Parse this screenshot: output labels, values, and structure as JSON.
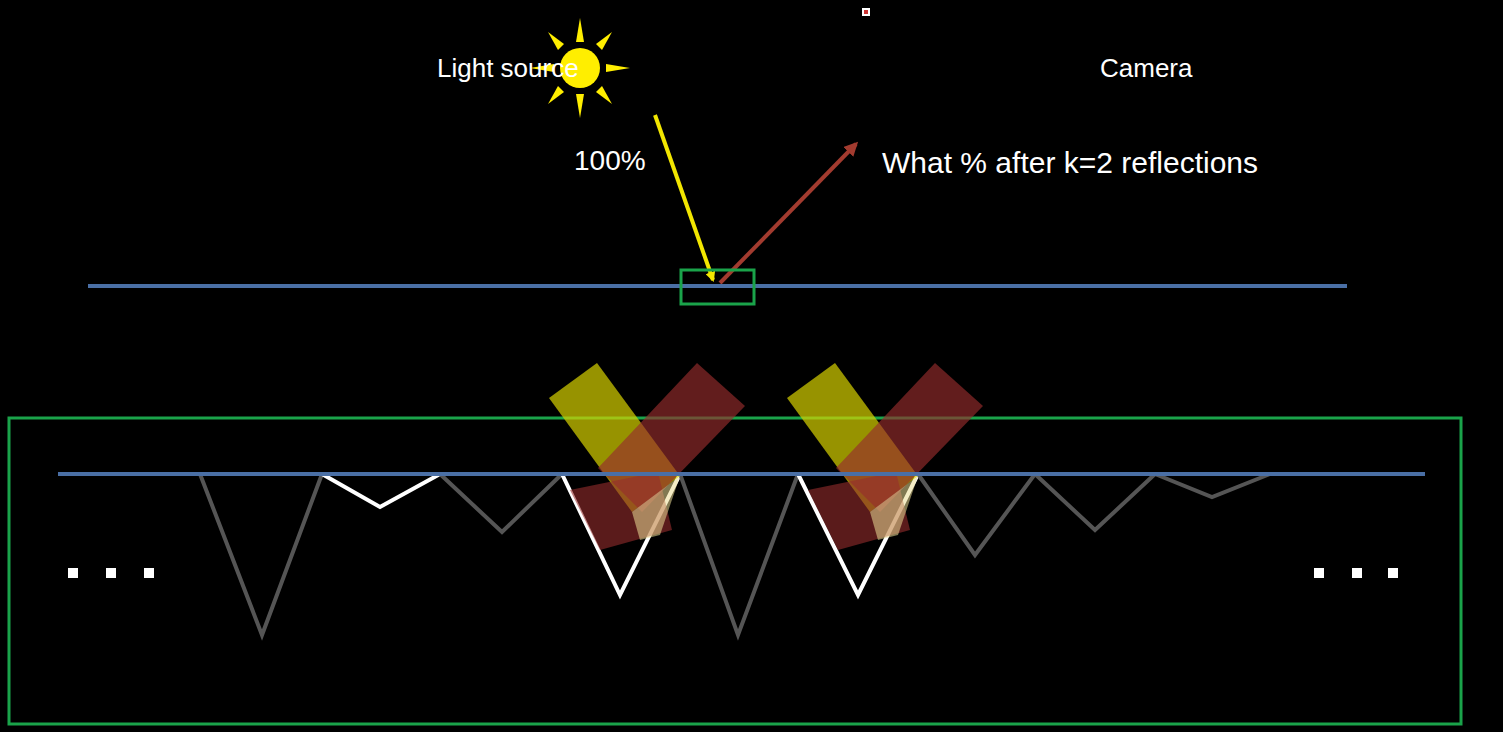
{
  "diagram": {
    "labels": [
      "Light source",
      "Camera",
      "100%",
      "What % after k=2 reflections"
    ]
  }
}
